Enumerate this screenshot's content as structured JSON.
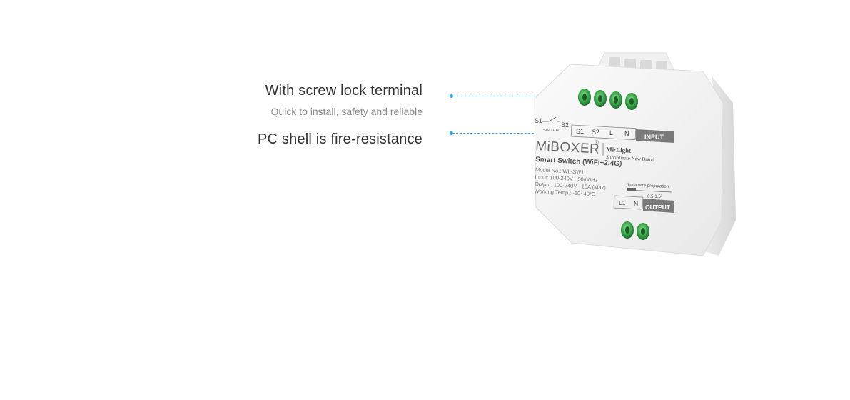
{
  "features": [
    {
      "title": "With screw lock terminal",
      "subtitle": "Quick to install, safety and reliable"
    },
    {
      "title": "PC shell is fire-resistance",
      "subtitle": ""
    }
  ],
  "colors": {
    "accent": "#29a8e0",
    "title": "#333333",
    "subtitle": "#8a8a8a",
    "terminal_green": "#3aa64a",
    "label_dark": "#7a7a7a"
  },
  "product": {
    "brand": "MiBOXER",
    "registered_mark": "®",
    "sub_brand": "Mi·Light",
    "sub_brand_tagline": "Subordinate New Brand",
    "model_name": "Smart Switch (WiFi+2.4G)",
    "specs": [
      "Model No.: WL-SW1",
      "Input: 100-240V~  50/60Hz",
      "Output: 100-240V~  10A (Max)",
      "Working Temp.: -10~40°C"
    ],
    "switch_labels": {
      "s1": "S1",
      "s2": "S2",
      "caption": "SWITCH"
    },
    "input_terminals": [
      "S1",
      "S2",
      "L",
      "N"
    ],
    "input_label": "INPUT",
    "output_terminals": [
      "L1",
      "N"
    ],
    "output_label": "OUTPUT",
    "wire_prep": "7mm wire preparation",
    "wire_gauge": "0.5-1.5²"
  }
}
